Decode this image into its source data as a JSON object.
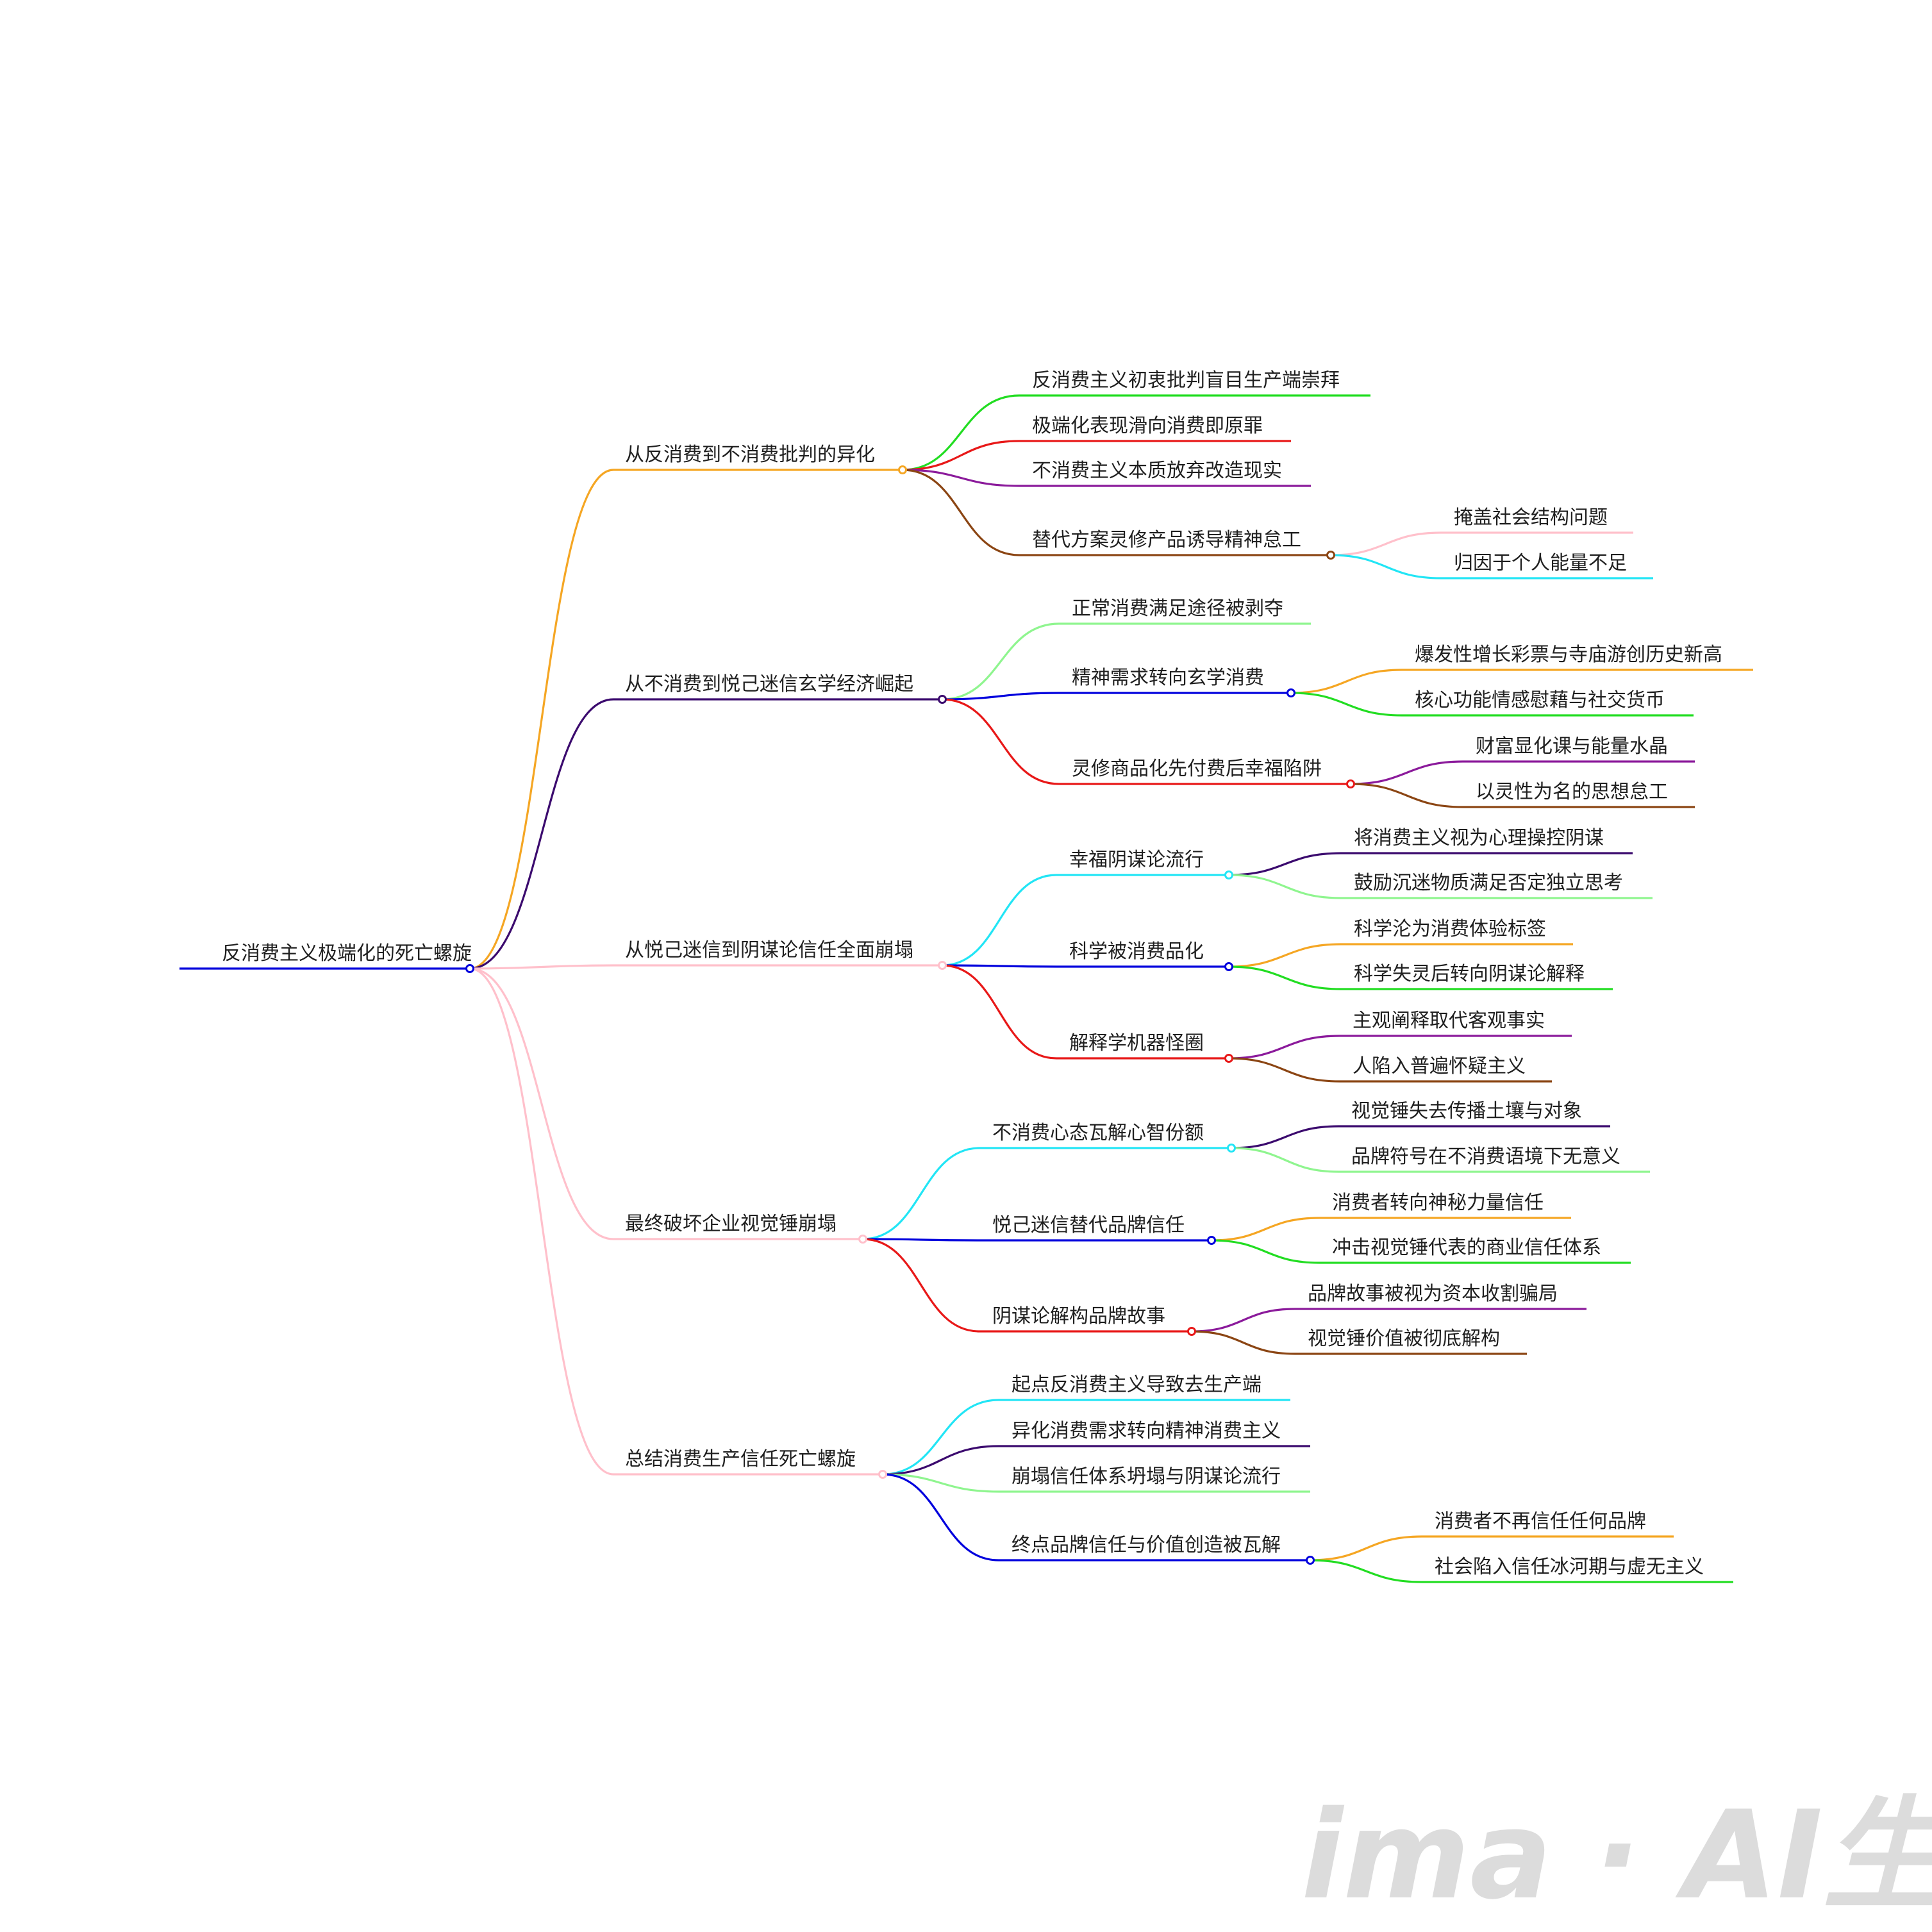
{
  "root": {
    "label": "反消费主义极端化的死亡螺旋",
    "color": "#0000dd",
    "children": [
      {
        "label": "从反消费到不消费批判的异化",
        "color": "#f5a623",
        "children": [
          {
            "label": "反消费主义初衷批判盲目生产端崇拜",
            "color": "#22dd22"
          },
          {
            "label": "极端化表现滑向消费即原罪",
            "color": "#e81818"
          },
          {
            "label": "不消费主义本质放弃改造现实",
            "color": "#8b1a9b"
          },
          {
            "label": "替代方案灵修产品诱导精神怠工",
            "color": "#8b4513",
            "children": [
              {
                "label": "掩盖社会结构问题",
                "color": "#ffc0cb"
              },
              {
                "label": "归因于个人能量不足",
                "color": "#22e5f5"
              }
            ]
          }
        ]
      },
      {
        "label": "从不消费到悦己迷信玄学经济崛起",
        "color": "#3b0a6e",
        "children": [
          {
            "label": "正常消费满足途径被剥夺",
            "color": "#8ff58f"
          },
          {
            "label": "精神需求转向玄学消费",
            "color": "#0000dd",
            "children": [
              {
                "label": "爆发性增长彩票与寺庙游创历史新高",
                "color": "#f5a623"
              },
              {
                "label": "核心功能情感慰藉与社交货币",
                "color": "#22dd22"
              }
            ]
          },
          {
            "label": "灵修商品化先付费后幸福陷阱",
            "color": "#e81818",
            "children": [
              {
                "label": "财富显化课与能量水晶",
                "color": "#8b1a9b"
              },
              {
                "label": "以灵性为名的思想怠工",
                "color": "#8b4513"
              }
            ]
          }
        ]
      },
      {
        "label": "从悦己迷信到阴谋论信任全面崩塌",
        "color": "#ffc0cb",
        "children": [
          {
            "label": "幸福阴谋论流行",
            "color": "#22e5f5",
            "children": [
              {
                "label": "将消费主义视为心理操控阴谋",
                "color": "#3b0a6e"
              },
              {
                "label": "鼓励沉迷物质满足否定独立思考",
                "color": "#8ff58f"
              }
            ]
          },
          {
            "label": "科学被消费品化",
            "color": "#0000dd",
            "children": [
              {
                "label": "科学沦为消费体验标签",
                "color": "#f5a623"
              },
              {
                "label": "科学失灵后转向阴谋论解释",
                "color": "#22dd22"
              }
            ]
          },
          {
            "label": "解释学机器怪圈",
            "color": "#e81818",
            "children": [
              {
                "label": "主观阐释取代客观事实",
                "color": "#8b1a9b"
              },
              {
                "label": "人陷入普遍怀疑主义",
                "color": "#8b4513"
              }
            ]
          }
        ]
      },
      {
        "label": "最终破坏企业视觉锤崩塌",
        "color": "#ffc0cb",
        "children": [
          {
            "label": "不消费心态瓦解心智份额",
            "color": "#22e5f5",
            "children": [
              {
                "label": "视觉锤失去传播土壤与对象",
                "color": "#3b0a6e"
              },
              {
                "label": "品牌符号在不消费语境下无意义",
                "color": "#8ff58f"
              }
            ]
          },
          {
            "label": "悦己迷信替代品牌信任",
            "color": "#0000dd",
            "children": [
              {
                "label": "消费者转向神秘力量信任",
                "color": "#f5a623"
              },
              {
                "label": "冲击视觉锤代表的商业信任体系",
                "color": "#22dd22"
              }
            ]
          },
          {
            "label": "阴谋论解构品牌故事",
            "color": "#e81818",
            "children": [
              {
                "label": "品牌故事被视为资本收割骗局",
                "color": "#8b1a9b"
              },
              {
                "label": "视觉锤价值被彻底解构",
                "color": "#8b4513"
              }
            ]
          }
        ]
      },
      {
        "label": "总结消费生产信任死亡螺旋",
        "color": "#ffc0cb",
        "children": [
          {
            "label": "起点反消费主义导致去生产端",
            "color": "#22e5f5"
          },
          {
            "label": "异化消费需求转向精神消费主义",
            "color": "#3b0a6e"
          },
          {
            "label": "崩塌信任体系坍塌与阴谋论流行",
            "color": "#8ff58f"
          },
          {
            "label": "终点品牌信任与价值创造被瓦解",
            "color": "#0000dd",
            "children": [
              {
                "label": "消费者不再信任任何品牌",
                "color": "#f5a623"
              },
              {
                "label": "社会陷入信任冰河期与虚无主义",
                "color": "#22dd22"
              }
            ]
          }
        ]
      }
    ]
  },
  "watermark": {
    "text": "ima · AI生成"
  }
}
